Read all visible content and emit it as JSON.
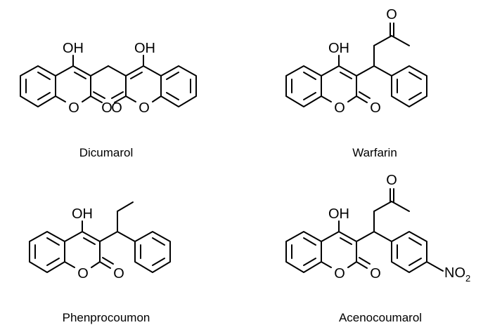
{
  "molecules": [
    {
      "name": "Dicumarol",
      "atoms": {
        "oh_left": "OH",
        "oh_right": "OH",
        "o_ring_left": "O",
        "o_carbonyl_left": "O",
        "o_carbonyl_right": "O",
        "o_ring_right": "O"
      }
    },
    {
      "name": "Warfarin",
      "atoms": {
        "o_ketone": "O",
        "oh": "OH",
        "o_ring": "O",
        "o_carbonyl": "O"
      }
    },
    {
      "name": "Phenprocoumon",
      "atoms": {
        "oh": "OH",
        "o_ring": "O",
        "o_carbonyl": "O"
      }
    },
    {
      "name": "Acenocoumarol",
      "atoms": {
        "o_ketone": "O",
        "oh": "OH",
        "o_ring": "O",
        "o_carbonyl": "O",
        "nitro": "NO",
        "nitro_sub": "2"
      }
    }
  ],
  "colors": {
    "ink": "#000000",
    "background": "#ffffff"
  }
}
